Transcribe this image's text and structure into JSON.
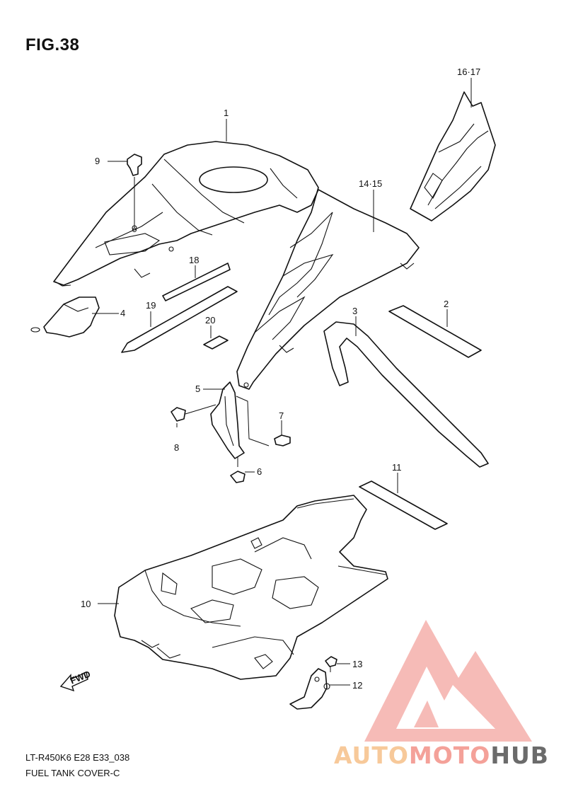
{
  "figure_title": "FIG.38",
  "callouts": {
    "c1": "1",
    "c2": "2",
    "c3": "3",
    "c4": "4",
    "c5": "5",
    "c6": "6",
    "c7": "7",
    "c8": "8",
    "c9": "9",
    "c10": "10",
    "c11": "11",
    "c12": "12",
    "c13": "13",
    "c14_15": "14·15",
    "c16_17": "16·17",
    "c18": "18",
    "c19": "19",
    "c20": "20"
  },
  "fwd_label": "FWD",
  "footer": {
    "model_code": "LT-R450K6 E28 E33_038",
    "section_name": "FUEL TANK COVER-C"
  },
  "watermark": {
    "part1": "AUTO",
    "part2": "MOTO",
    "part3": "HUB",
    "colors": {
      "auto": "#f7c99a",
      "moto": "#f4a199",
      "hub": "#6b6b6b",
      "logo": "#f08a86"
    }
  }
}
